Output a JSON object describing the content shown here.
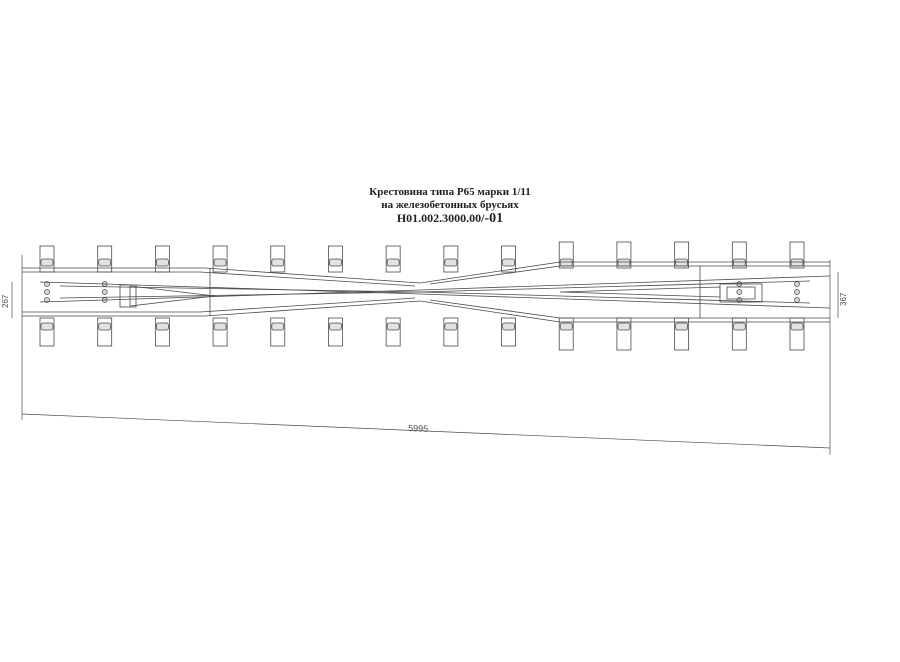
{
  "title": {
    "line1": "Крестовина типа Р65 марки 1/11",
    "line2": "на железобетонных брусьях",
    "code": "Н01.002.3000.00/",
    "code_suffix": "-01"
  },
  "dimensions": {
    "overall_length": "5995",
    "left_width": "267",
    "right_width": "367"
  },
  "drawing": {
    "sleeper_count": 14,
    "line_color": "#4a4a4a"
  }
}
